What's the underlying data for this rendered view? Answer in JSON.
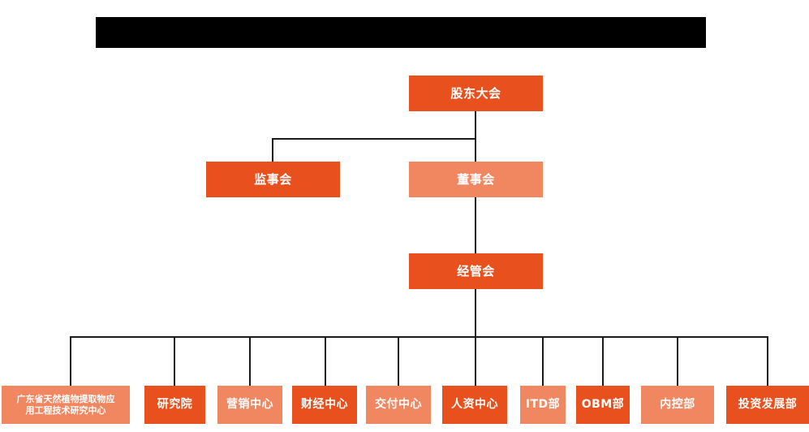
{
  "chart_data": {
    "type": "diagram",
    "diagram_type": "organization-chart",
    "title": "",
    "background_color": "#ffffff",
    "colors": {
      "dark_orange": "#e8511d",
      "light_orange": "#f08761",
      "connector": "#1a1a1a",
      "text": "#ffffff",
      "redaction": "#000000"
    },
    "levels": [
      {
        "level": 1,
        "nodes": [
          "股东大会"
        ]
      },
      {
        "level": 2,
        "nodes": [
          "监事会",
          "董事会"
        ]
      },
      {
        "level": 3,
        "nodes": [
          "经管会"
        ]
      },
      {
        "level": 4,
        "nodes": [
          "广东省天然植物提取物应用工程技术研究中心",
          "研究院",
          "营销中心",
          "财经中心",
          "交付中心",
          "人资中心",
          "ITD部",
          "OBM部",
          "内控部",
          "投资发展部"
        ]
      }
    ],
    "edges": [
      {
        "from": "股东大会",
        "to": "监事会"
      },
      {
        "from": "股东大会",
        "to": "董事会"
      },
      {
        "from": "董事会",
        "to": "经管会"
      },
      {
        "from": "经管会",
        "to": "广东省天然植物提取物应用工程技术研究中心"
      },
      {
        "from": "经管会",
        "to": "研究院"
      },
      {
        "from": "经管会",
        "to": "营销中心"
      },
      {
        "from": "经管会",
        "to": "财经中心"
      },
      {
        "from": "经管会",
        "to": "交付中心"
      },
      {
        "from": "经管会",
        "to": "人资中心"
      },
      {
        "from": "经管会",
        "to": "ITD部"
      },
      {
        "from": "经管会",
        "to": "OBM部"
      },
      {
        "from": "经管会",
        "to": "内控部"
      },
      {
        "from": "经管会",
        "to": "投资发展部"
      }
    ]
  },
  "banner": {
    "redacted_label": ""
  },
  "nodes": {
    "shareholders_meeting": {
      "label": "股东大会",
      "color": "#e8511d"
    },
    "board_of_supervisors": {
      "label": "监事会",
      "color": "#e8511d"
    },
    "board_of_directors": {
      "label": "董事会",
      "color": "#f08761"
    },
    "management_committee": {
      "label": "经管会",
      "color": "#e8511d"
    },
    "research_center": {
      "label": "广东省天然植物提取物应用工程技术研究中心",
      "line1": "广东省天然植物提取物应",
      "line2": "用工程技术研究中心",
      "color": "#f08761"
    },
    "research_institute": {
      "label": "研究院",
      "color": "#e8511d"
    },
    "marketing_center": {
      "label": "营销中心",
      "color": "#f08761"
    },
    "finance_center": {
      "label": "财经中心",
      "color": "#e8511d"
    },
    "delivery_center": {
      "label": "交付中心",
      "color": "#f08761"
    },
    "hr_center": {
      "label": "人资中心",
      "color": "#e8511d"
    },
    "itd_department": {
      "label": "ITD部",
      "color": "#f08761"
    },
    "obm_department": {
      "label": "OBM部",
      "color": "#e8511d"
    },
    "internal_control_department": {
      "label": "内控部",
      "color": "#f08761"
    },
    "investment_development_department": {
      "label": "投资发展部",
      "color": "#e8511d"
    }
  }
}
